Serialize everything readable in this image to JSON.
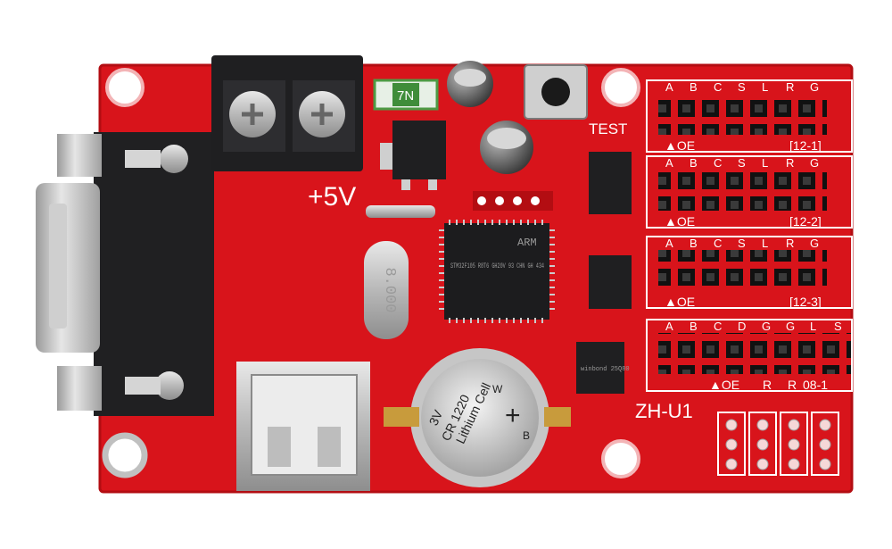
{
  "colors": {
    "pcb": "#d8141b",
    "pcb_dark": "#b30d12",
    "silkscreen": "#ffffff",
    "chip": "#1c1c1e",
    "metal": "#c9c9c9",
    "pin": "#1a1a1a",
    "gold": "#c89b3c"
  },
  "labels": {
    "power": "+5V",
    "test": "TEST",
    "model": "ZH-U1",
    "crystal": "8.000",
    "mcu": "STM32F105 R8T6 GH20V 93 CHN GH 434",
    "mcu_logo": "ARM",
    "battery_brand": "Lithium Cell",
    "battery_model": "CR 1220",
    "battery_voltage": "3V",
    "battery_w": "W",
    "battery_b": "B",
    "battery_plus": "+",
    "eeprom": "winbond 25Q80",
    "fuse": "7N"
  },
  "headers": [
    {
      "id": "12-1",
      "pins": [
        "A",
        "B",
        "C",
        "S",
        "L",
        "R",
        "G"
      ],
      "oe": "OE",
      "tag": "[12-1]"
    },
    {
      "id": "12-2",
      "pins": [
        "A",
        "B",
        "C",
        "S",
        "L",
        "R",
        "G"
      ],
      "oe": "OE",
      "tag": "[12-2]"
    },
    {
      "id": "12-3",
      "pins": [
        "A",
        "B",
        "C",
        "S",
        "L",
        "R",
        "G"
      ],
      "oe": "OE",
      "tag": "[12-3]"
    },
    {
      "id": "08-1",
      "pins": [
        "A",
        "B",
        "C",
        "D",
        "G",
        "G",
        "L",
        "S"
      ],
      "oe": "OE",
      "tag": "08-1",
      "extra": [
        "R",
        "R"
      ]
    }
  ]
}
